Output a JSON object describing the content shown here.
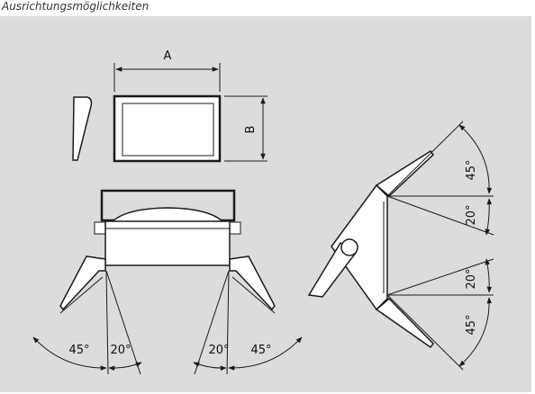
{
  "caption": "Ausrichtungsmöglichkeiten",
  "colors": {
    "panel": "#dcdcdc",
    "line": "#1a1a1a",
    "fill": "#ffffff"
  },
  "labels": {
    "dim_a": "A",
    "dim_b": "B",
    "left_outer_angle": "45°",
    "left_inner_angle": "20°",
    "right_inner_angle": "20°",
    "right_outer_angle": "45°",
    "side_top_outer_angle": "45°",
    "side_top_inner_angle": "20°",
    "side_bottom_inner_angle": "20°",
    "side_bottom_outer_angle": "45°"
  }
}
